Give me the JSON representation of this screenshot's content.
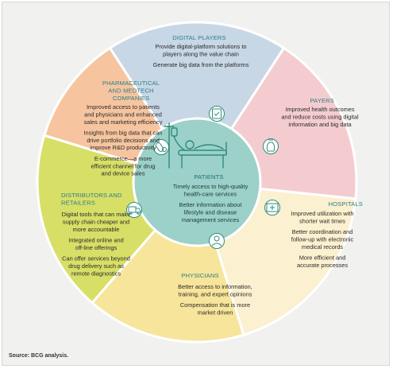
{
  "colors": {
    "digital": "#c7d7e6",
    "payers": "#f4ccd0",
    "hospitals": "#fbf0cf",
    "physicians": "#f7e59b",
    "distributors": "#d7df67",
    "pharma": "#f6c59f",
    "center": "#9bd1c8",
    "title": "#2c7e86",
    "icon_stroke": "#2f8c7c"
  },
  "segments": {
    "digital": {
      "title": "DIGITAL PLAYERS",
      "lines": [
        "Provide digital-platform solutions to",
        "players along the value chain",
        "",
        "Generate big data from the platforms"
      ],
      "icon": "server-icon"
    },
    "payers": {
      "title": "PAYERS",
      "lines": [
        "Improved health outcomes",
        "and reduce costs using digital",
        "information and big data"
      ],
      "icon": "money-bag-icon"
    },
    "hospitals": {
      "title": "HOSPITALS",
      "lines": [
        "Improved utilization with",
        "shorter wait times",
        "",
        "Better coordination and",
        "follow-up with electronic",
        "medical records",
        "",
        "More efficient and",
        "accurate processes"
      ],
      "icon": "hospital-icon"
    },
    "physicians": {
      "title": "PHYSICIANS",
      "lines": [
        "Better access to information,",
        "training, and expert opinions",
        "",
        "Compensation that is more",
        "market driven"
      ],
      "icon": "doctor-icon"
    },
    "distributors": {
      "title_lines": [
        "DISTRIBUTORS AND",
        "RETAILERS"
      ],
      "lines": [
        "Digital tools that can make",
        "supply chain cheaper and",
        "more accountable",
        "",
        "Integrated online and",
        "off-line offerings",
        "",
        "Can offer services beyond",
        "drug delivery such as",
        "remote diagnostics"
      ],
      "icon": "truck-icon"
    },
    "pharma": {
      "title_lines": [
        "PHARMACEUTICAL",
        "AND MEDTECH",
        "COMPANIES"
      ],
      "lines": [
        "Improved access to patients",
        "and physicians and enhanced",
        "sales and marketing efficiency",
        "",
        "Insights from big data that can",
        "drive portfolio decisions and",
        "improve R&D productivity",
        "",
        "E-commerce—a more",
        "efficient channel for drug",
        "and device sales"
      ],
      "icon": "pills-icon"
    }
  },
  "center": {
    "title": "PATIENTS",
    "lines": [
      "Timely access to high-quality",
      "health-care services",
      "",
      "Better information about",
      "lifestyle and disease",
      "management services"
    ],
    "icon": "hospital-bed-icon"
  },
  "source": "Source: BCG analysis."
}
